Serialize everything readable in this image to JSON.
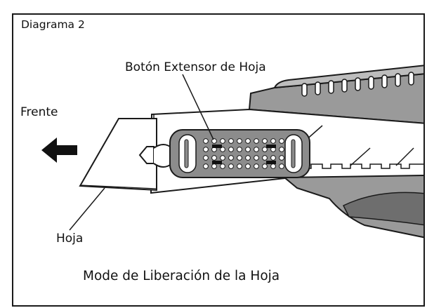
{
  "diagram": {
    "title": "Diagrama 2",
    "caption": "Mode de Liberación de la Hoja",
    "labels": {
      "blade_extender_button": "Botón Extensor de Hoja",
      "front": "Frente",
      "blade": "Hoja"
    },
    "icons": {
      "direction": "left-arrow-icon"
    },
    "colors": {
      "line": "#1a1a1a",
      "grip_gray": "#9a9a9a",
      "dark_gray": "#6e6e6e",
      "button_gray": "#8c8c8c"
    }
  }
}
